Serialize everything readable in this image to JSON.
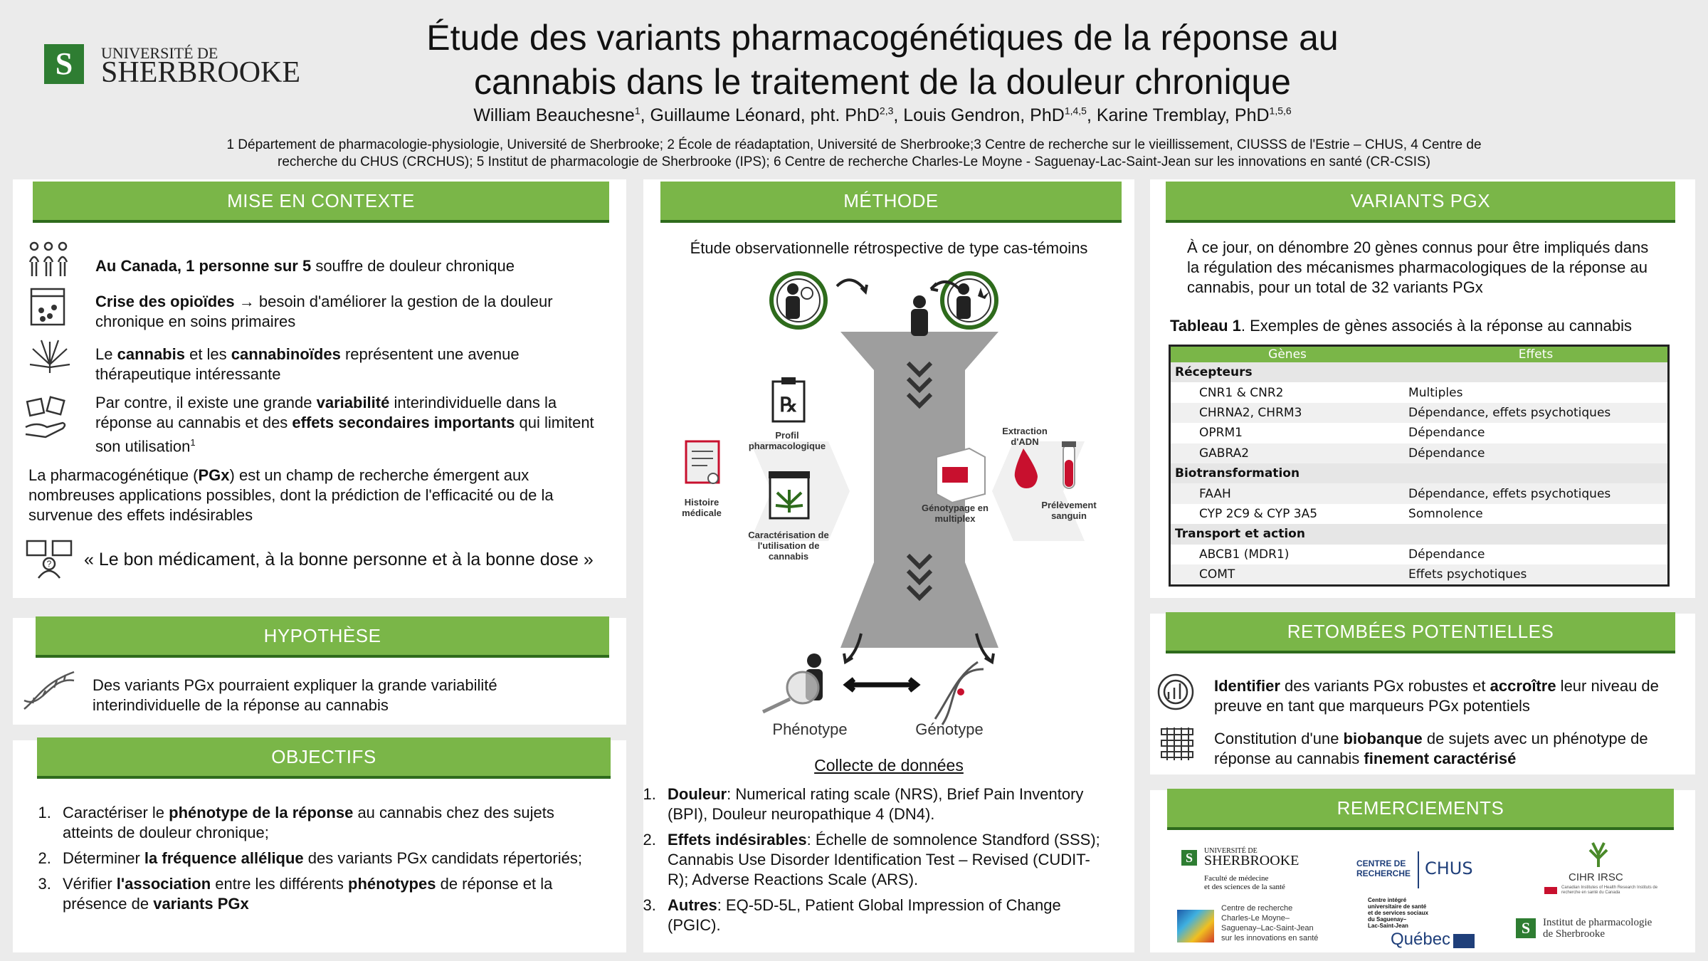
{
  "header": {
    "logo_line1": "UNIVERSITÉ DE",
    "logo_line2": "SHERBROOKE",
    "title_line1": "Étude des variants pharmacogénétiques de la réponse au",
    "title_line2": "cannabis dans le traitement de la douleur chronique",
    "authors": [
      {
        "name": "William Beauchesne",
        "sup": "1"
      },
      {
        "name": ", Guillaume Léonard, pht. PhD",
        "sup": "2,3"
      },
      {
        "name": ", Louis Gendron, PhD",
        "sup": "1,4,5"
      },
      {
        "name": ", Karine Tremblay, PhD",
        "sup": "1,5,6"
      }
    ],
    "affiliations_line1": "1 Département de pharmacologie-physiologie, Université de Sherbrooke; 2 École de réadaptation, Université de Sherbrooke;3 Centre de recherche sur le vieillissement, CIUSSS de l'Estrie – CHUS,  4 Centre de",
    "affiliations_line2": "recherche du CHUS (CRCHUS); 5 Institut de pharmacologie de Sherbrooke (IPS); 6 Centre de recherche Charles-Le Moyne - Saguenay-Lac-Saint-Jean sur les innovations en santé (CR-CSIS)"
  },
  "contexte": {
    "heading": "MISE EN CONTEXTE",
    "p1_b1": "Au Canada, 1 personne sur 5",
    "p1_t1": " souffre de douleur chronique",
    "p2_b1": "Crise des opioïdes →",
    "p2_t1": " besoin d'améliorer la gestion de la douleur chronique en soins primaires",
    "p3_t1": "Le ",
    "p3_b1": "cannabis",
    "p3_t2": " et les ",
    "p3_b2": "cannabinoïdes",
    "p3_t3": " représentent une avenue thérapeutique intéressante",
    "p4_t1": "Par contre, il existe une grande ",
    "p4_b1": "variabilité",
    "p4_t2": " interindividuelle dans la réponse au cannabis et des ",
    "p4_b2": "effets secondaires importants",
    "p4_t3": " qui limitent son utilisation",
    "p4_sup": "1",
    "p5_t1": "La pharmacogénétique (",
    "p5_b1": "PGx",
    "p5_t2": ") est un champ de recherche émergent aux nombreuses applications possibles, dont la prédiction de l'efficacité ou de la survenue des effets indésirables",
    "quote": "« Le bon médicament, à la bonne personne et à la bonne dose »"
  },
  "hypothese": {
    "heading": "HYPOTHÈSE",
    "text": "Des variants PGx pourraient expliquer la grande variabilité interindividuelle de la réponse au cannabis"
  },
  "objectifs": {
    "heading": "OBJECTIFS",
    "items": [
      {
        "t1": "Caractériser le ",
        "b1": "phénotype de la réponse",
        "t2": " au cannabis chez des sujets atteints de douleur chronique;"
      },
      {
        "t1": "Déterminer ",
        "b1": "la fréquence allélique",
        "t2": " des variants PGx candidats répertoriés;"
      },
      {
        "t1": "Vérifier ",
        "b1": "l'association",
        "t2": " entre les différents ",
        "b2": "phénotypes",
        "t3": " de réponse et la présence de ",
        "b3": "variants PGx"
      }
    ]
  },
  "methode": {
    "heading": "MÉTHODE",
    "subtitle": "Étude observationnelle rétrospective de type cas-témoins",
    "labels": {
      "profil": "Profil pharmacologique",
      "histoire": "Histoire médicale",
      "caracterisation": "Caractérisation de l'utilisation de cannabis",
      "extraction": "Extraction d'ADN",
      "genotypage": "Génotypage en multiplex",
      "prelevement": "Prélèvement sanguin",
      "phenotype": "Phénotype",
      "genotype": "Génotype"
    },
    "collecte": "Collecte de données",
    "items": [
      {
        "b": "Douleur",
        "t": ": Numerical rating scale (NRS), Brief Pain Inventory (BPI), Douleur neuropathique 4 (DN4)."
      },
      {
        "b": "Effets indésirables",
        "t": ": Échelle de somnolence Standford (SSS); Cannabis Use Disorder Identification Test – Revised (CUDIT-R); Adverse Reactions Scale (ARS)."
      },
      {
        "b": "Autres",
        "t": ": EQ-5D-5L, Patient Global Impression of Change (PGIC)."
      }
    ]
  },
  "variants": {
    "heading": "VARIANTS PGX",
    "intro": "À ce jour, on dénombre 20 gènes connus pour être impliqués dans la régulation des mécanismes pharmacologiques de la réponse au cannabis, pour un total de 32 variants PGx",
    "table_caption_b": "Tableau 1",
    "table_caption_t": ". Exemples de gènes associés à la réponse au cannabis",
    "col_genes": "Gènes",
    "col_effets": "Effets",
    "rows": [
      {
        "cat": "Récepteurs"
      },
      {
        "gene": "CNR1 & CNR2",
        "effet": "Multiples"
      },
      {
        "gene": "CHRNA2, CHRM3",
        "effet": "Dépendance, effets psychotiques"
      },
      {
        "gene": "OPRM1",
        "effet": "Dépendance"
      },
      {
        "gene": "GABRA2",
        "effet": "Dépendance"
      },
      {
        "cat": "Biotransformation"
      },
      {
        "gene": "FAAH",
        "effet": "Dépendance, effets psychotiques"
      },
      {
        "gene": "CYP 2C9 & CYP 3A5",
        "effet": "Somnolence"
      },
      {
        "cat": "Transport et action"
      },
      {
        "gene": "ABCB1 (MDR1)",
        "effet": "Dépendance"
      },
      {
        "gene": "COMT",
        "effet": "Effets psychotiques"
      }
    ]
  },
  "retombees": {
    "heading": "RETOMBÉES POTENTIELLES",
    "i1_b1": "Identifier",
    "i1_t1": " des variants PGx robustes et ",
    "i1_b2": "accroître",
    "i1_t2": " leur niveau de preuve en tant que marqueurs PGx potentiels",
    "i2_t1": "Constitution d'une ",
    "i2_b1": "biobanque",
    "i2_t2": " de sujets avec un phénotype de réponse au cannabis ",
    "i2_b2": "finement caractérisé"
  },
  "remerciements": {
    "heading": "REMERCIEMENTS",
    "udes_l1": "UNIVERSITÉ DE",
    "udes_l2": "SHERBROOKE",
    "udes_l3": "Faculté de médecine",
    "udes_l4": "et des sciences de la santé",
    "crchus_l1": "CENTRE DE",
    "crchus_l2": "RECHERCHE",
    "chus": "CHUS",
    "cihr": "CIHR IRSC",
    "cihr_small": "Canadian Institutes of Health Research  Instituts de recherche en santé du Canada",
    "crcsis_l1": "Centre de recherche",
    "crcsis_l2": "Charles-Le Moyne–",
    "crcsis_l3": "Saguenay–Lac-Saint-Jean",
    "crcsis_l4": "sur les innovations en santé",
    "ciusss_l1": "Centre intégré",
    "ciusss_l2": "universitaire de santé",
    "ciusss_l3": "et de services sociaux",
    "ciusss_l4": "du Saguenay–",
    "ciusss_l5": "Lac-Saint-Jean",
    "quebec": "Québec",
    "ips_l1": "Institut de pharmacologie",
    "ips_l2": "de Sherbrooke"
  },
  "colors": {
    "accent": "#7ab648",
    "accent_dark": "#2e6b1c",
    "blood": "#c8102e"
  }
}
